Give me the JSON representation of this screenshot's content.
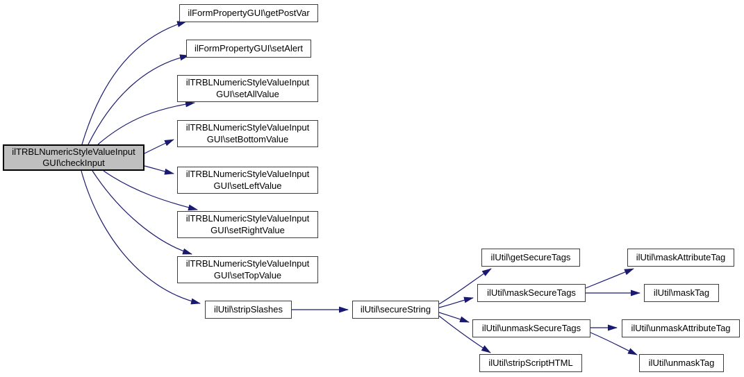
{
  "diagram": {
    "type": "call-graph",
    "colors": {
      "background": "#ffffff",
      "edge": "#191970",
      "node_fill": "#ffffff",
      "node_border": "#3c3c3c",
      "highlight_fill": "#bfbfbf",
      "highlight_border": "#000000",
      "text": "#000000"
    },
    "nodes": [
      {
        "id": "checkInput",
        "lines": [
          "ilTRBLNumericStyleValueInput",
          "GUI\\checkInput"
        ],
        "highlighted": true
      },
      {
        "id": "getPostVar",
        "lines": [
          "ilFormPropertyGUI\\getPostVar"
        ]
      },
      {
        "id": "setAlert",
        "lines": [
          "ilFormPropertyGUI\\setAlert"
        ]
      },
      {
        "id": "setAllValue",
        "lines": [
          "ilTRBLNumericStyleValueInput",
          "GUI\\setAllValue"
        ]
      },
      {
        "id": "setBottomValue",
        "lines": [
          "ilTRBLNumericStyleValueInput",
          "GUI\\setBottomValue"
        ]
      },
      {
        "id": "setLeftValue",
        "lines": [
          "ilTRBLNumericStyleValueInput",
          "GUI\\setLeftValue"
        ]
      },
      {
        "id": "setRightValue",
        "lines": [
          "ilTRBLNumericStyleValueInput",
          "GUI\\setRightValue"
        ]
      },
      {
        "id": "setTopValue",
        "lines": [
          "ilTRBLNumericStyleValueInput",
          "GUI\\setTopValue"
        ]
      },
      {
        "id": "stripSlashes",
        "lines": [
          "ilUtil\\stripSlashes"
        ]
      },
      {
        "id": "secureString",
        "lines": [
          "ilUtil\\secureString"
        ]
      },
      {
        "id": "getSecureTags",
        "lines": [
          "ilUtil\\getSecureTags"
        ]
      },
      {
        "id": "maskSecureTags",
        "lines": [
          "ilUtil\\maskSecureTags"
        ]
      },
      {
        "id": "unmaskSecureTags",
        "lines": [
          "ilUtil\\unmaskSecureTags"
        ]
      },
      {
        "id": "stripScriptHTML",
        "lines": [
          "ilUtil\\stripScriptHTML"
        ]
      },
      {
        "id": "maskAttributeTag",
        "lines": [
          "ilUtil\\maskAttributeTag"
        ]
      },
      {
        "id": "maskTag",
        "lines": [
          "ilUtil\\maskTag"
        ]
      },
      {
        "id": "unmaskAttributeTag",
        "lines": [
          "ilUtil\\unmaskAttributeTag"
        ]
      },
      {
        "id": "unmaskTag",
        "lines": [
          "ilUtil\\unmaskTag"
        ]
      }
    ],
    "edges": [
      [
        "checkInput",
        "getPostVar"
      ],
      [
        "checkInput",
        "setAlert"
      ],
      [
        "checkInput",
        "setAllValue"
      ],
      [
        "checkInput",
        "setBottomValue"
      ],
      [
        "checkInput",
        "setLeftValue"
      ],
      [
        "checkInput",
        "setRightValue"
      ],
      [
        "checkInput",
        "setTopValue"
      ],
      [
        "checkInput",
        "stripSlashes"
      ],
      [
        "stripSlashes",
        "secureString"
      ],
      [
        "secureString",
        "getSecureTags"
      ],
      [
        "secureString",
        "maskSecureTags"
      ],
      [
        "secureString",
        "unmaskSecureTags"
      ],
      [
        "secureString",
        "stripScriptHTML"
      ],
      [
        "maskSecureTags",
        "maskAttributeTag"
      ],
      [
        "maskSecureTags",
        "maskTag"
      ],
      [
        "unmaskSecureTags",
        "unmaskAttributeTag"
      ],
      [
        "unmaskSecureTags",
        "unmaskTag"
      ]
    ]
  }
}
